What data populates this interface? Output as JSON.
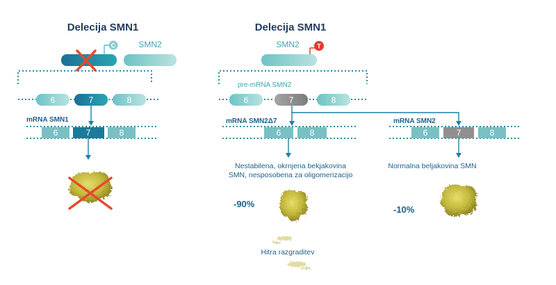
{
  "left": {
    "title": "Delecija SMN1",
    "gene_smn2": "SMN2",
    "marker": "C",
    "exons": [
      "6",
      "7",
      "8"
    ],
    "mrna_label": "mRNA  SMN1",
    "mrna_exons": [
      "6",
      "7",
      "8"
    ]
  },
  "right": {
    "title": "Delecija SMN1",
    "gene_smn2": "SMN2",
    "marker": "T",
    "premrna_label": "pre-mRNA  SMN2",
    "exons": [
      "6",
      "7",
      "8"
    ],
    "branch_a": {
      "label": "mRNA SMN2Δ7",
      "exons": [
        "6",
        "8"
      ],
      "desc_line1": "Nestabilena, okrnjena bekjakovina",
      "desc_line2": "SMN, nesposobena za oligomerizacijo",
      "percent": "-90%",
      "degrade": "Hitra razgraditev"
    },
    "branch_b": {
      "label": "mRNA  SMN2",
      "exons": [
        "6",
        "7",
        "8"
      ],
      "desc": "Normalna beljakovina SMN",
      "percent": "-10%"
    }
  },
  "colors": {
    "teal_dark": "#1a8aa8",
    "teal_light": "#8fd0cf",
    "grey_exon": "#8f8f8f",
    "red_x": "#e54a2d",
    "red_marker": "#e03b2f",
    "protein": "#c9c14a"
  }
}
